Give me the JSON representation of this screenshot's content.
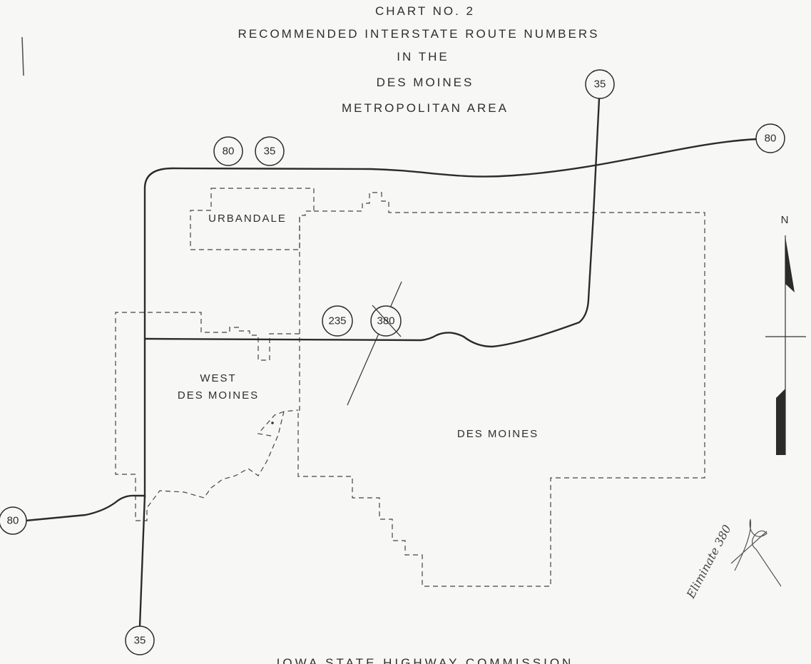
{
  "title": {
    "line1": "CHART NO. 2",
    "line2": "RECOMMENDED INTERSTATE ROUTE NUMBERS",
    "line3": "IN THE",
    "line4": "DES MOINES",
    "line5": "METROPOLITAN AREA"
  },
  "shields": {
    "i80_north": "80",
    "i35_north_pair": "35",
    "i35_north_end": "35",
    "i80_east_end": "80",
    "i235": "235",
    "i380_crossed": "380",
    "i80_west_end": "80",
    "i35_south_end": "35"
  },
  "places": {
    "urbandale": "URBANDALE",
    "west_des_moines_1": "WEST",
    "west_des_moines_2": "DES MOINES",
    "des_moines": "DES MOINES"
  },
  "north_arrow": {
    "label": "N"
  },
  "handwritten_note": {
    "line1": "Eliminate 380"
  },
  "footer": {
    "agency": "IOWA STATE HIGHWAY COMMISSION"
  },
  "colors": {
    "ink": "#2b2b2b",
    "paper": "#f7f7f5"
  }
}
